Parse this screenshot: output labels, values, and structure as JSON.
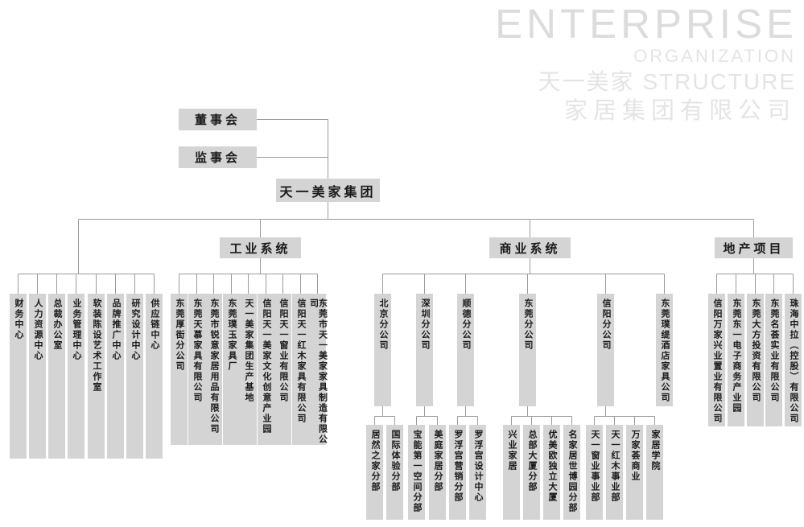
{
  "watermark": {
    "title_en": "ENTERPRISE",
    "subtitle_en": "ORGANIZATION",
    "line_mixed": "天一美家  STRUCTURE",
    "company_cn": "家居集团有限公司"
  },
  "nodes": {
    "board": "董事会",
    "supervisory": "监事会",
    "group": "天一美家集团",
    "industrial_header": "工业系统",
    "commercial_header": "商业系统",
    "realestate_header": "地产项目"
  },
  "functional_centers": [
    "财务中心",
    "人力资源中心",
    "总裁办公室",
    "业务管理中心",
    "软装陈设艺术工作室",
    "品牌推广中心",
    "研究设计中心",
    "供应链中心"
  ],
  "industrial_units": [
    "东莞厚街分公司",
    "东莞天慕家具有限公司",
    "东莞市锐意家居用品有限公司",
    "东莞璞玉家具厂",
    "天一美家集团生产基地",
    "信阳天一美家文化创意产业园",
    "信阳天一窗业有限公司",
    "信阳天一红木家具有限公司",
    "东莞市天一美家家具制造有限公司"
  ],
  "commercial_branches": [
    "北京分公司",
    "深圳分公司",
    "顺德分公司",
    "东莞分公司",
    "信阳分公司",
    "东莞璞缇酒店家具公司"
  ],
  "commercial_subunits": [
    "居然之家分部",
    "国际体验分部",
    "宝能第一空间分部",
    "美庭家居分部",
    "罗浮宫营销分部",
    "罗浮宫设计中心",
    "兴业家居",
    "总部大厦分部",
    "优美欧独立大厦",
    "名家居世博园分部",
    "天一窗业事业部",
    "天一红木事业部",
    "万家荟商业",
    "家居学院"
  ],
  "realestate_units": [
    "信阳万家兴业置业有限公司",
    "东莞东一电子商务产业园",
    "东莞大方投资有限公司",
    "东莞名荟实业有限公司",
    "珠海中拉（控股）有限公司"
  ],
  "colors": {
    "node_fill": "#d4d4d4",
    "connector": "#9b9b9b",
    "watermark": "#e0e0e0"
  }
}
